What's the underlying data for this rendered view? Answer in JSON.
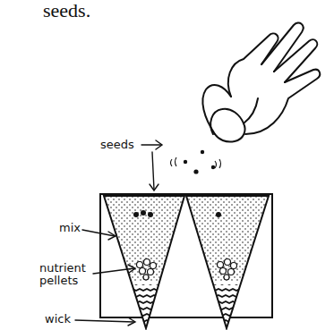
{
  "diagram": {
    "labels": [
      "seeds.",
      "seeds",
      "mix",
      "nutrient pellets",
      "wick"
    ]
  }
}
